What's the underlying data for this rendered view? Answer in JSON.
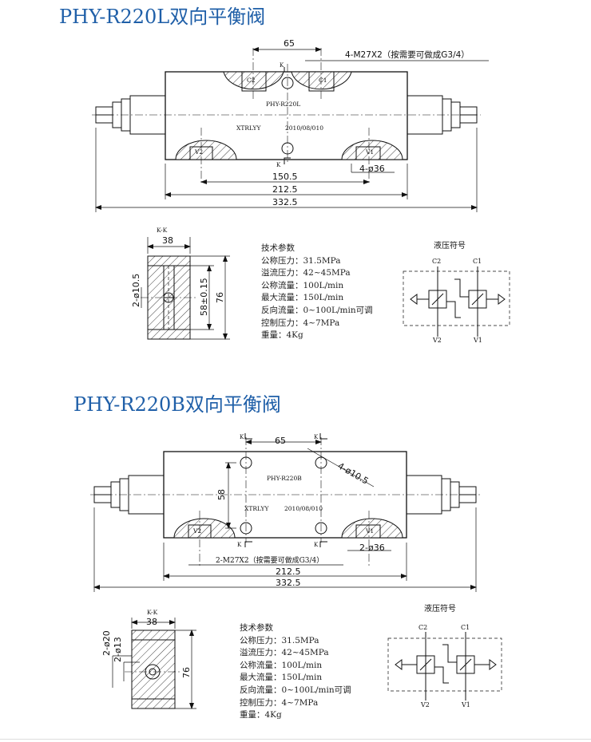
{
  "diagram1": {
    "title": "PHY-R220L双向平衡阀",
    "dims": {
      "d65": "65",
      "thread": "4-M27X2（按需要可做成G3/4）",
      "d150": "150.5",
      "d212": "212.5",
      "d332": "332.5",
      "hole": "4-ø36",
      "kk": "K-K",
      "w38": "38",
      "hole10": "2-ø10.5",
      "h58": "58±0.15",
      "h76": "76"
    },
    "labels": {
      "c2": "C2",
      "c1": "C1",
      "v2": "V2",
      "v1": "V1",
      "k": "K",
      "model": "PHY-R220L",
      "maker": "XTRLYY",
      "date": "2010/08/010",
      "hydraulic": "液压符号",
      "sym_c2": "C2",
      "sym_c1": "C1",
      "sym_v2": "V2",
      "sym_v1": "V1"
    },
    "specs": [
      "技术参数",
      "公称压力：31.5MPa",
      "溢流压力：42~45MPa",
      "公称流量：100L/min",
      "最大流量：150L/min",
      "反向流量：0~100L/min可调",
      "控制压力：4~7MPa",
      "重量：4Kg"
    ]
  },
  "diagram2": {
    "title": "PHY-R220B双向平衡阀",
    "dims": {
      "d65": "65",
      "h58": "58",
      "bolt": "4-ø10.5",
      "hole": "2-ø36",
      "thread": "2-M27X2（按需要可做成G3/4）",
      "d212": "212.5",
      "d332": "332.5",
      "kk": "K-K",
      "w38": "38",
      "d20": "2-ø20",
      "d13": "2-ø13",
      "h76": "76"
    },
    "labels": {
      "c2": "C2",
      "c1": "C1",
      "v2": "V2",
      "v1": "V1",
      "k": "K",
      "model": "PHY-R220B",
      "maker": "XTRLYY",
      "date": "2010/08/010",
      "hydraulic": "液压符号",
      "sym_c2": "C2",
      "sym_c1": "C1",
      "sym_v2": "V2",
      "sym_v1": "V1"
    },
    "specs": [
      "技术参数",
      "公称压力：31.5MPa",
      "溢流压力：42~45MPa",
      "公称流量：100L/min",
      "最大流量：150L/min",
      "反向流量：0~100L/min可调",
      "控制压力：4~7MPa",
      "重量：4Kg"
    ]
  }
}
